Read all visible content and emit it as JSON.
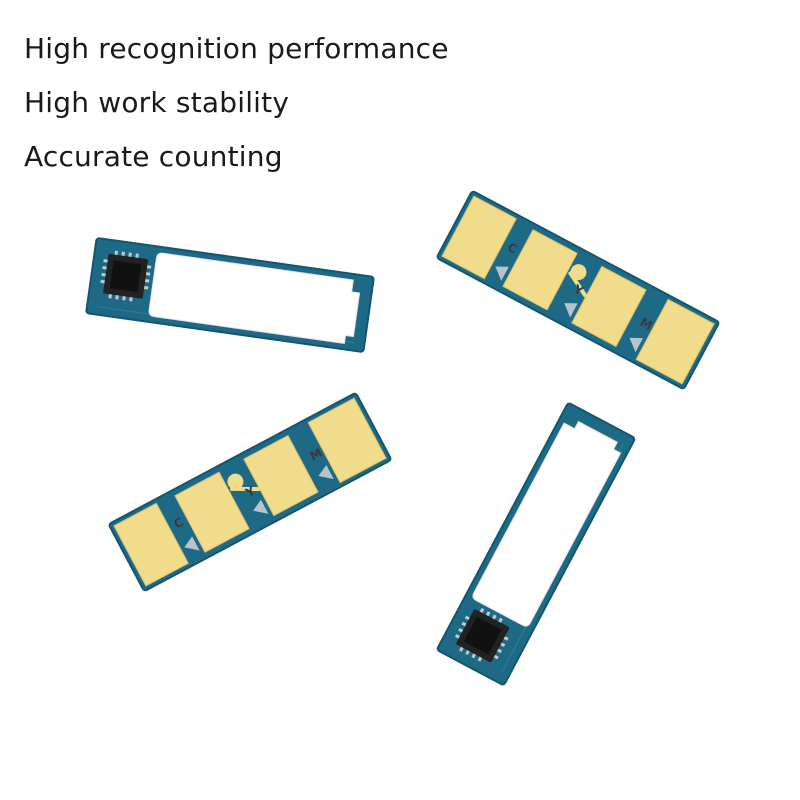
{
  "features": [
    "High recognition performance",
    "High work stability",
    "Accurate counting"
  ],
  "chips": [
    {
      "id": "chip-top-left",
      "side": "back"
    },
    {
      "id": "chip-top-right",
      "side": "front",
      "pads": [
        "C",
        "Y",
        "M"
      ]
    },
    {
      "id": "chip-bottom-left",
      "side": "front",
      "pads": [
        "C",
        "Y",
        "M"
      ]
    },
    {
      "id": "chip-bottom-right",
      "side": "back"
    }
  ],
  "colors": {
    "pcb": "#1e6a86",
    "pcb_edge": "#13566f",
    "pad": "#f0dc8a",
    "pad_edge": "#d9c06a",
    "label": "#ffffff",
    "ic": "#1a1a1a",
    "text": "#1a1a1a"
  }
}
